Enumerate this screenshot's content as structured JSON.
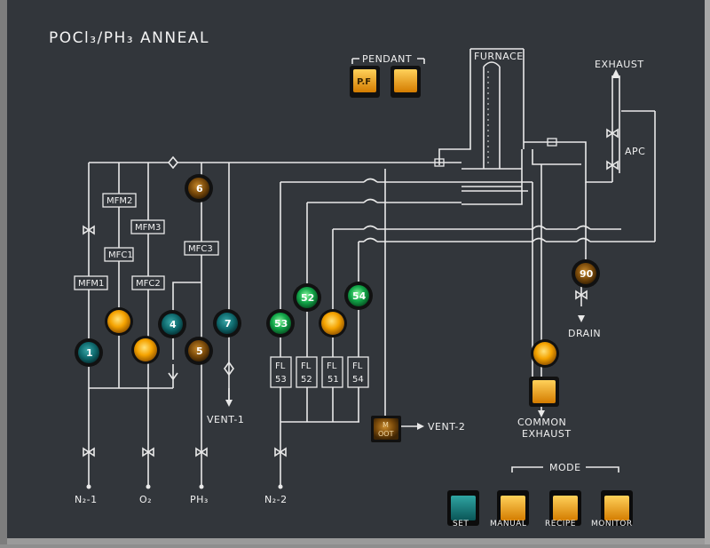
{
  "panel": {
    "title": "POCl₃/PH₃ ANNEAL",
    "pendant_label": "PENDANT",
    "pendant_button_pf": "P.F",
    "furnace_label": "FURNACE",
    "exhaust_label": "EXHAUST",
    "apc_label": "APC",
    "drain_label": "DRAIN",
    "common_exhaust_label": "COMMON\nEXHAUST",
    "vent1_label": "VENT-1",
    "vent2_label": "VENT-2",
    "mode_label": "MODE",
    "lamps": {
      "l1": "1",
      "l4": "4",
      "l5": "5",
      "l6": "6",
      "l7": "7",
      "l52": "52",
      "l53": "53",
      "l54": "54",
      "l90": "90"
    },
    "mfc_boxes": {
      "mfm2": "MFM2",
      "mfc1": "MFC1",
      "mfm1": "MFM1",
      "mfm3": "MFM3",
      "mfc2": "MFC2",
      "mfc3": "MFC3"
    },
    "fl_boxes": {
      "fl53": "FL\n53",
      "fl52": "FL\n52",
      "fl51": "FL\n51",
      "fl54": "FL\n54"
    },
    "m_oot": "M\nOOT",
    "gas_labels": {
      "n2_1": "N₂-1",
      "o2": "O₂",
      "ph3": "PH₃",
      "n2_2": "N₂-2"
    },
    "mode_buttons": {
      "set": "SET",
      "manual": "MANUAL",
      "recipe": "RECIPE",
      "monitor": "MONITOR"
    },
    "colors": {
      "panel": "#32363b",
      "line": "#e9e9e9",
      "amber": "#f5a300",
      "teal": "#0f6a6e",
      "green": "#13a84a",
      "brown": "#7a4a0a"
    }
  }
}
